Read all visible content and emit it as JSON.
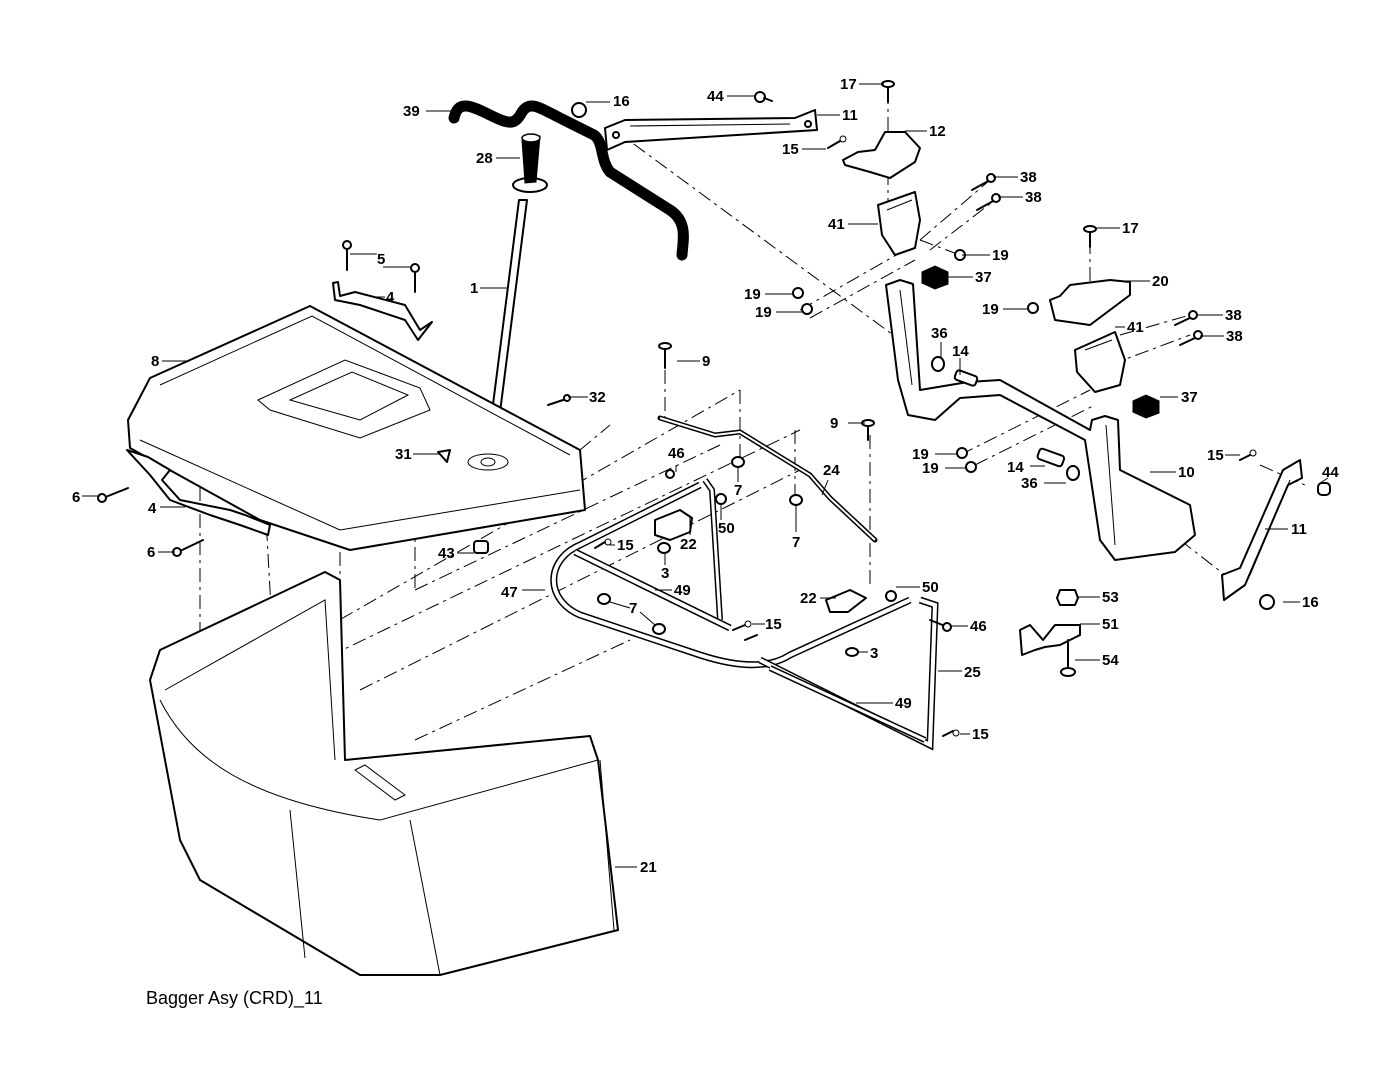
{
  "diagram": {
    "title": "Bagger Asy (CRD)_11",
    "type": "exploded-parts-diagram",
    "callouts": [
      {
        "id": "c39",
        "label": "39",
        "part": "hose-tube"
      },
      {
        "id": "c28",
        "label": "28",
        "part": "handle-grip"
      },
      {
        "id": "c1",
        "label": "1",
        "part": "handle-rod"
      },
      {
        "id": "c5",
        "label": "5",
        "part": "screw"
      },
      {
        "id": "c4a",
        "label": "4",
        "part": "handle-top"
      },
      {
        "id": "c8",
        "label": "8",
        "part": "bagger-lid"
      },
      {
        "id": "c32",
        "label": "32",
        "part": "pin"
      },
      {
        "id": "c31",
        "label": "31",
        "part": "clip"
      },
      {
        "id": "c6a",
        "label": "6",
        "part": "screw"
      },
      {
        "id": "c4b",
        "label": "4",
        "part": "handle-side"
      },
      {
        "id": "c6b",
        "label": "6",
        "part": "screw"
      },
      {
        "id": "c43",
        "label": "43",
        "part": "bumper"
      },
      {
        "id": "c16a",
        "label": "16",
        "part": "nut"
      },
      {
        "id": "c44a",
        "label": "44",
        "part": "bolt"
      },
      {
        "id": "c11a",
        "label": "11",
        "part": "brace"
      },
      {
        "id": "c15a",
        "label": "15",
        "part": "hairpin"
      },
      {
        "id": "c17a",
        "label": "17",
        "part": "carriage-bolt"
      },
      {
        "id": "c12",
        "label": "12",
        "part": "bracket"
      },
      {
        "id": "c38a",
        "label": "38",
        "part": "bolt"
      },
      {
        "id": "c38b",
        "label": "38",
        "part": "bolt"
      },
      {
        "id": "c41a",
        "label": "41",
        "part": "mount-bracket"
      },
      {
        "id": "c19a",
        "label": "19",
        "part": "nut"
      },
      {
        "id": "c37a",
        "label": "37",
        "part": "end-cap"
      },
      {
        "id": "c19b",
        "label": "19",
        "part": "nut"
      },
      {
        "id": "c19c",
        "label": "19",
        "part": "nut"
      },
      {
        "id": "c17b",
        "label": "17",
        "part": "carriage-bolt"
      },
      {
        "id": "c20",
        "label": "20",
        "part": "bracket"
      },
      {
        "id": "c19d",
        "label": "19",
        "part": "nut"
      },
      {
        "id": "c38c",
        "label": "38",
        "part": "bolt"
      },
      {
        "id": "c41b",
        "label": "41",
        "part": "mount-bracket"
      },
      {
        "id": "c38d",
        "label": "38",
        "part": "bolt"
      },
      {
        "id": "c36a",
        "label": "36",
        "part": "washer"
      },
      {
        "id": "c14a",
        "label": "14",
        "part": "bolt"
      },
      {
        "id": "c37b",
        "label": "37",
        "part": "end-cap"
      },
      {
        "id": "c9a",
        "label": "9",
        "part": "carriage-bolt"
      },
      {
        "id": "c9b",
        "label": "9",
        "part": "carriage-bolt"
      },
      {
        "id": "c24",
        "label": "24",
        "part": "rod"
      },
      {
        "id": "c19e",
        "label": "19",
        "part": "nut"
      },
      {
        "id": "c19f",
        "label": "19",
        "part": "nut"
      },
      {
        "id": "c14b",
        "label": "14",
        "part": "bolt"
      },
      {
        "id": "c36b",
        "label": "36",
        "part": "washer"
      },
      {
        "id": "c10",
        "label": "10",
        "part": "frame-mount"
      },
      {
        "id": "c15b",
        "label": "15",
        "part": "hairpin"
      },
      {
        "id": "c44b",
        "label": "44",
        "part": "bolt"
      },
      {
        "id": "c11b",
        "label": "11",
        "part": "brace"
      },
      {
        "id": "c46a",
        "label": "46",
        "part": "bolt"
      },
      {
        "id": "c7a",
        "label": "7",
        "part": "nut"
      },
      {
        "id": "c50a",
        "label": "50",
        "part": "nut"
      },
      {
        "id": "c7b",
        "label": "7",
        "part": "nut"
      },
      {
        "id": "c22a",
        "label": "22",
        "part": "clamp"
      },
      {
        "id": "c15c",
        "label": "15",
        "part": "hairpin"
      },
      {
        "id": "c3a",
        "label": "3",
        "part": "nut"
      },
      {
        "id": "c47",
        "label": "47",
        "part": "frame"
      },
      {
        "id": "c49a",
        "label": "49",
        "part": "rail"
      },
      {
        "id": "c7c",
        "label": "7",
        "part": "nut"
      },
      {
        "id": "c15d",
        "label": "15",
        "part": "hairpin"
      },
      {
        "id": "c22b",
        "label": "22",
        "part": "clamp"
      },
      {
        "id": "c50b",
        "label": "50",
        "part": "nut"
      },
      {
        "id": "c46b",
        "label": "46",
        "part": "bolt"
      },
      {
        "id": "c3b",
        "label": "3",
        "part": "nut"
      },
      {
        "id": "c25",
        "label": "25",
        "part": "frame"
      },
      {
        "id": "c49b",
        "label": "49",
        "part": "rail"
      },
      {
        "id": "c15e",
        "label": "15",
        "part": "hairpin"
      },
      {
        "id": "c53",
        "label": "53",
        "part": "nut"
      },
      {
        "id": "c51",
        "label": "51",
        "part": "latch"
      },
      {
        "id": "c54",
        "label": "54",
        "part": "bolt"
      },
      {
        "id": "c16b",
        "label": "16",
        "part": "nut"
      },
      {
        "id": "c21",
        "label": "21",
        "part": "bag-body"
      }
    ]
  }
}
